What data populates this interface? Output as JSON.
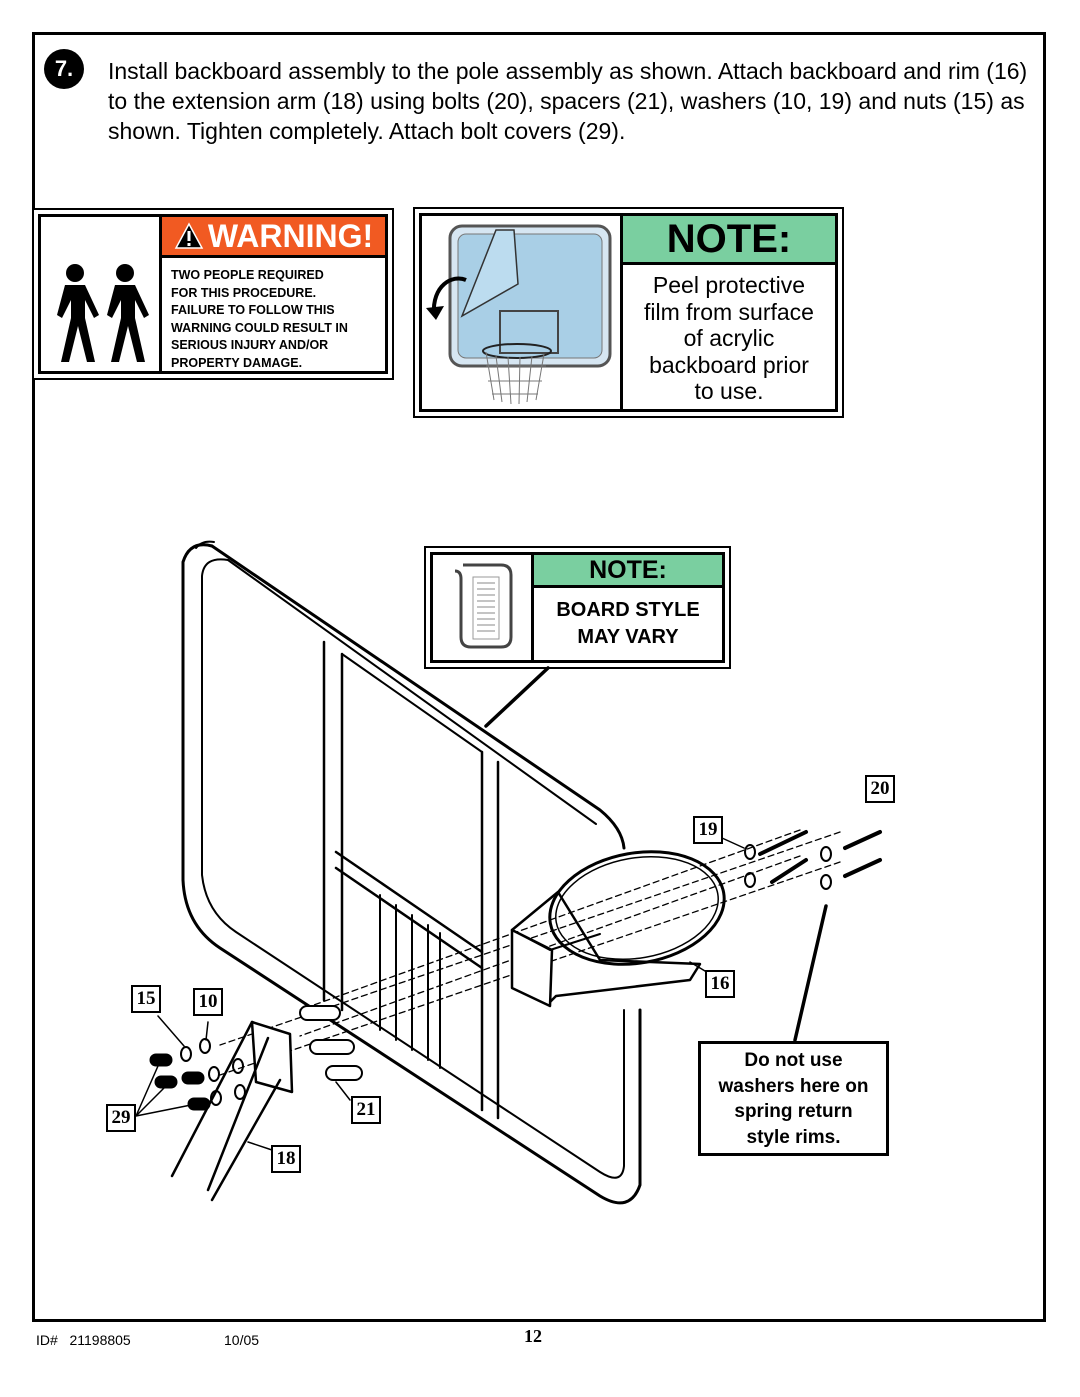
{
  "step": {
    "number": "7.",
    "text": "Install backboard assembly to the pole assembly as shown. Attach backboard and rim (16) to the extension arm (18) using bolts (20), spacers (21), washers (10, 19) and nuts (15) as shown. Tighten completely. Attach bolt covers (29)."
  },
  "warning": {
    "title": "WARNING!",
    "lines": [
      "TWO PEOPLE REQUIRED",
      "FOR THIS PROCEDURE.",
      "FAILURE TO FOLLOW THIS",
      "WARNING COULD RESULT IN",
      "SERIOUS INJURY AND/OR",
      "PROPERTY DAMAGE."
    ],
    "header_color": "#f15a22"
  },
  "note_film": {
    "title": "NOTE:",
    "lines": [
      "Peel protective",
      "film from surface",
      "of acrylic",
      "backboard prior",
      "to use."
    ],
    "header_color": "#7acfa0"
  },
  "note_board": {
    "title": "NOTE:",
    "lines": [
      "BOARD STYLE",
      "MAY VARY"
    ]
  },
  "parts": {
    "p20": "20",
    "p19": "19",
    "p16": "16",
    "p15": "15",
    "p10": "10",
    "p29": "29",
    "p21": "21",
    "p18": "18"
  },
  "caution": {
    "lines": [
      "Do not use",
      "washers here on",
      "spring return",
      "style rims."
    ]
  },
  "footer": {
    "id_label": "ID#",
    "id_number": "21198805",
    "date": "10/05",
    "page": "12"
  }
}
